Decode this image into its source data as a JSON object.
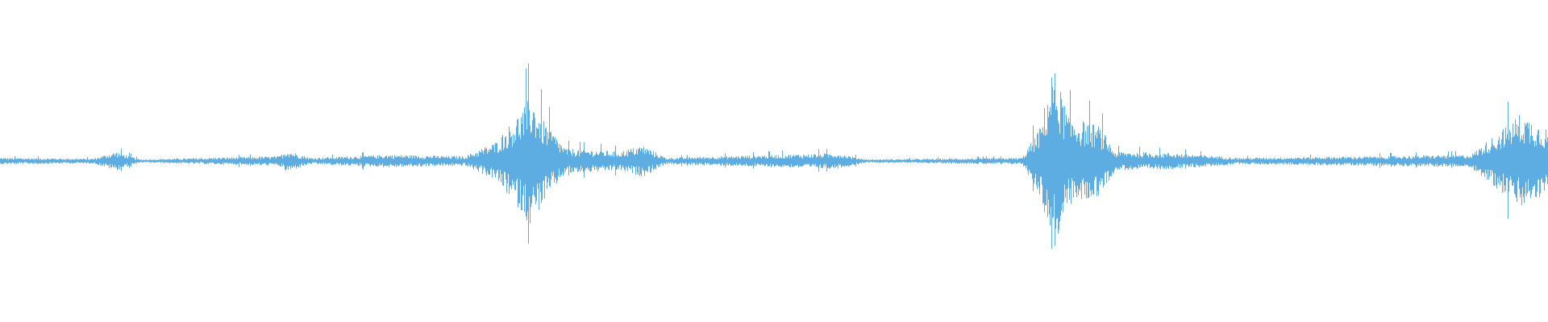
{
  "waveform": {
    "color": "#5dade2",
    "amplitude_profile": [
      {
        "t": 0.0,
        "a": 0.02
      },
      {
        "t": 0.06,
        "a": 0.015
      },
      {
        "t": 0.075,
        "a": 0.06
      },
      {
        "t": 0.09,
        "a": 0.01
      },
      {
        "t": 0.18,
        "a": 0.03
      },
      {
        "t": 0.185,
        "a": 0.07
      },
      {
        "t": 0.2,
        "a": 0.02
      },
      {
        "t": 0.25,
        "a": 0.04
      },
      {
        "t": 0.3,
        "a": 0.03
      },
      {
        "t": 0.32,
        "a": 0.12
      },
      {
        "t": 0.335,
        "a": 0.3
      },
      {
        "t": 0.343,
        "a": 0.41
      },
      {
        "t": 0.35,
        "a": 0.27
      },
      {
        "t": 0.365,
        "a": 0.08
      },
      {
        "t": 0.4,
        "a": 0.06
      },
      {
        "t": 0.415,
        "a": 0.1
      },
      {
        "t": 0.43,
        "a": 0.02
      },
      {
        "t": 0.54,
        "a": 0.05
      },
      {
        "t": 0.56,
        "a": 0.01
      },
      {
        "t": 0.66,
        "a": 0.02
      },
      {
        "t": 0.672,
        "a": 0.22
      },
      {
        "t": 0.68,
        "a": 0.6
      },
      {
        "t": 0.69,
        "a": 0.28
      },
      {
        "t": 0.71,
        "a": 0.22
      },
      {
        "t": 0.72,
        "a": 0.06
      },
      {
        "t": 0.76,
        "a": 0.05
      },
      {
        "t": 0.8,
        "a": 0.02
      },
      {
        "t": 0.89,
        "a": 0.03
      },
      {
        "t": 0.95,
        "a": 0.04
      },
      {
        "t": 0.965,
        "a": 0.16
      },
      {
        "t": 0.982,
        "a": 0.3
      },
      {
        "t": 1.0,
        "a": 0.2
      }
    ]
  }
}
